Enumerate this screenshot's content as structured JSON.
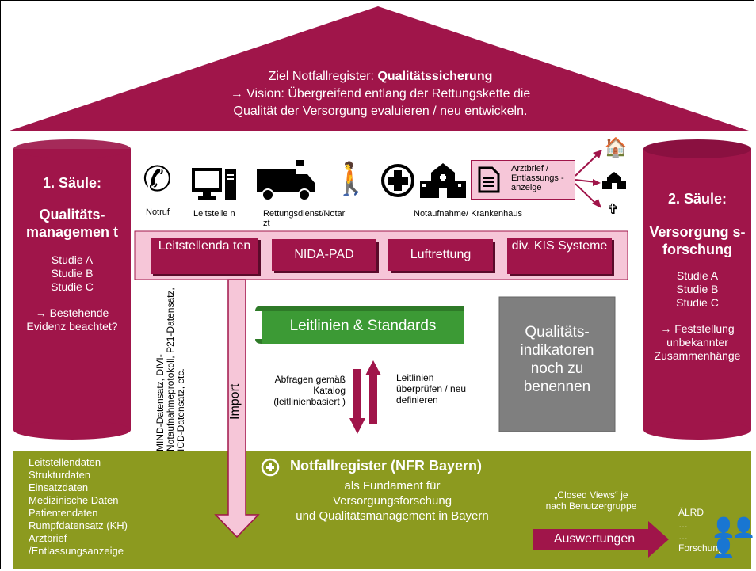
{
  "roof": {
    "line1_prefix": "Ziel Notfallregister: ",
    "line1_bold": "Qualitätssicherung",
    "line2": "→ Vision: Übergreifend entlang der Rettungskette die",
    "line3": "Qualität der Versorgung evaluieren / neu entwickeln."
  },
  "left_pillar": {
    "title1": "1. Säule:",
    "title2": "Qualitäts-managemen t",
    "studies": [
      "Studie A",
      "Studie B",
      "Studie C"
    ],
    "note": "→ Bestehende Evidenz beachtet?"
  },
  "right_pillar": {
    "title1": "2. Säule:",
    "title2": "Versorgung s-forschung",
    "studies": [
      "Studie A",
      "Studie B",
      "Studie C"
    ],
    "note": "→ Feststellung unbekannter Zusammenhänge"
  },
  "chain": {
    "notruf": "Notruf",
    "leitstelle": "Leitstelle n",
    "rettungsdienst": "Rettungsdienst/Notar zt",
    "notaufnahme": "Notaufnahme/ Krankenhaus",
    "arztbrief": "Arztbrief / Entlassungs -anzeige"
  },
  "sources": [
    "Leitstellenda ten",
    "NIDA-PAD",
    "Luftrettung",
    "div. KIS Systeme"
  ],
  "guidelines": "Leitlinien & Standards",
  "quality_box": "Qualitäts- indikatoren noch zu benennen",
  "datasets": "MIND-Datensatz, DIVI-Notaufnahmeprotokoll, P21-Datensatz, ICD-Datensatz, etc.",
  "import_label": "Import",
  "query_text": "Abfragen gemäß Katalog (leitlinienbasiert )",
  "review_text": "Leitlinien überprüfen / neu definieren",
  "base": {
    "list": [
      "Leitstellendaten",
      "Strukturdaten",
      "Einsatzdaten",
      "Medizinische Daten",
      "Patientendaten",
      "Rumpfdatensatz (KH)",
      "Arztbrief",
      "/Entlassungsanzeige"
    ],
    "title": "Notfallregister (NFR Bayern)",
    "sub1": "als Fundament für",
    "sub2": "Versorgungsforschung",
    "sub3": "und Qualitätsmanagement in Bayern",
    "closed_views": "„Closed Views“ je nach Benutzergruppe",
    "auswertungen": "Auswertungen",
    "users": [
      "ÄLRD",
      "…",
      "…",
      "Forschung"
    ]
  },
  "colors": {
    "maroon": "#a0154a",
    "pink": "#f6c6d8",
    "olive": "#8c9a1f",
    "green": "#3c9a35",
    "gray": "#7f7f7f"
  }
}
